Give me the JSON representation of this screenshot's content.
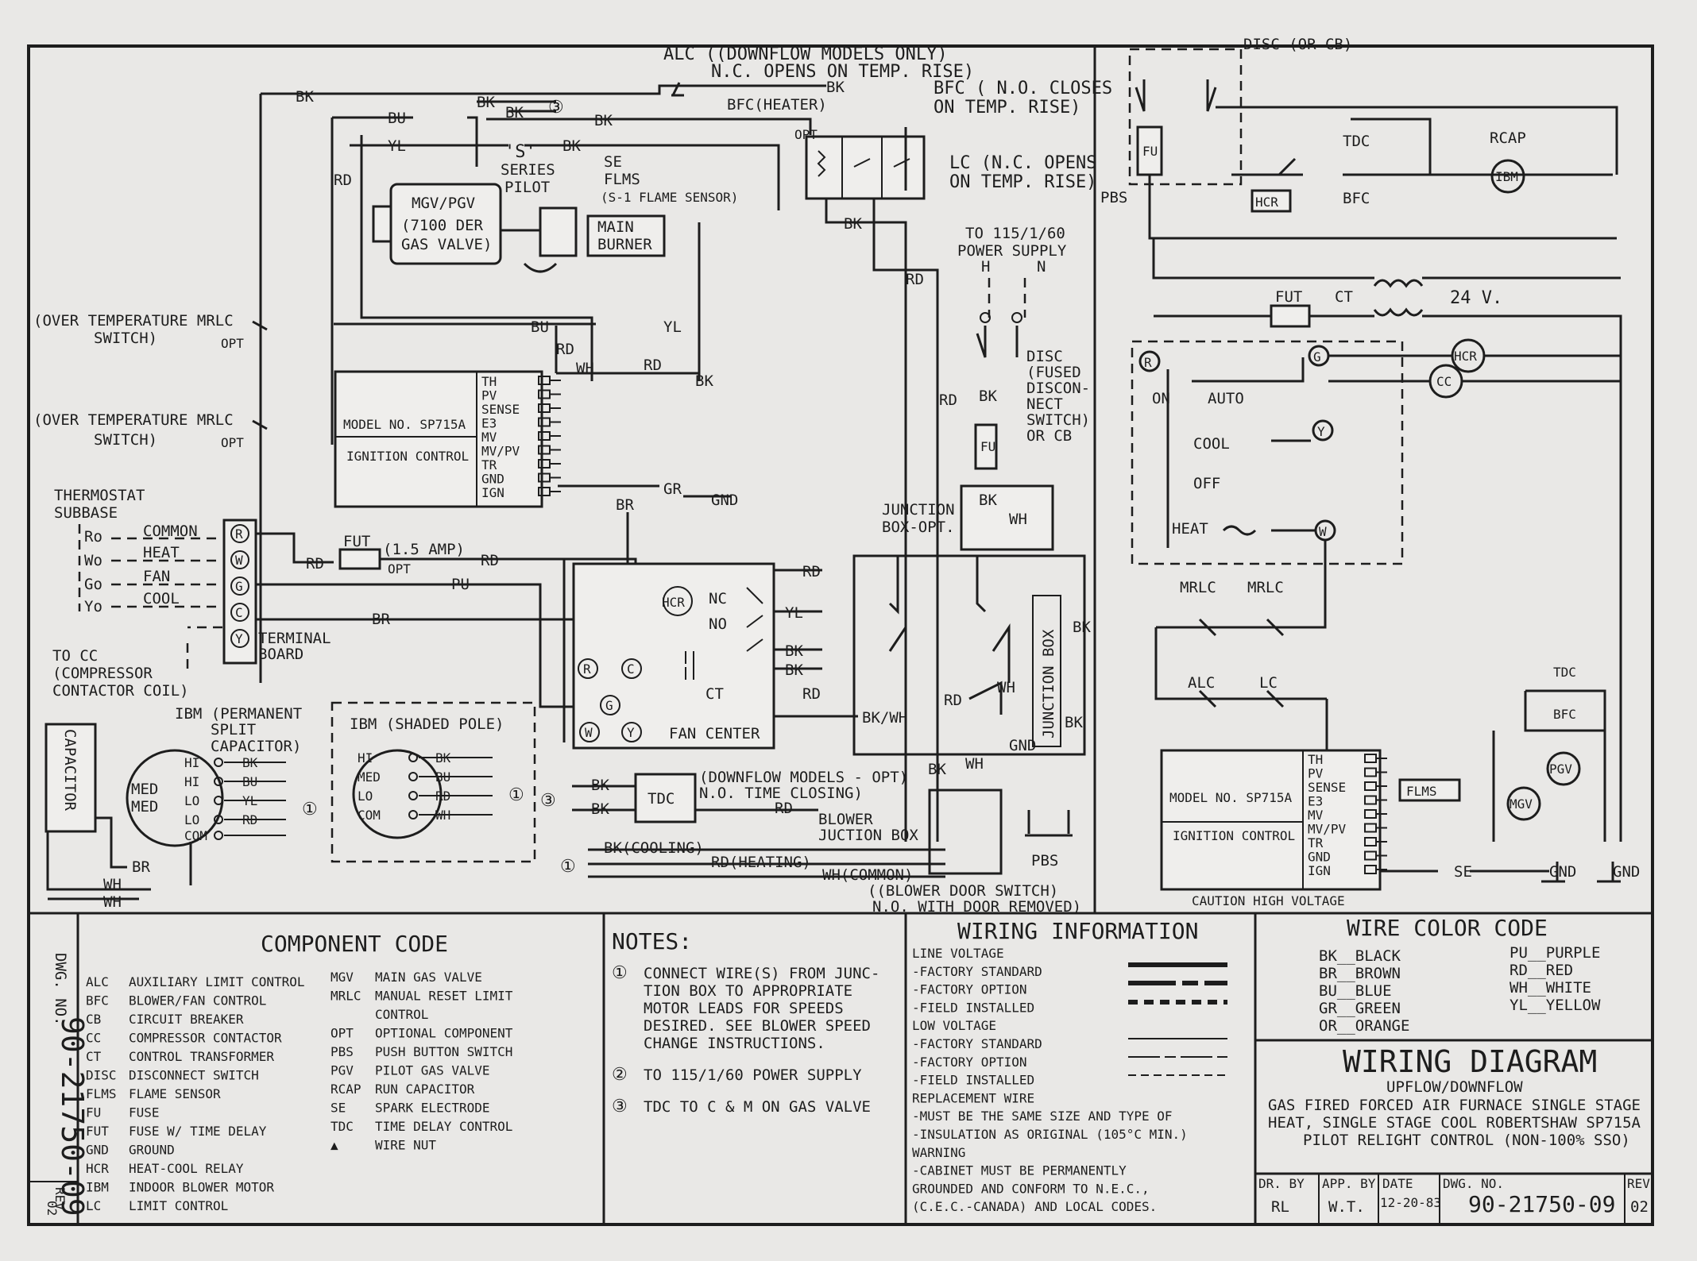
{
  "top_labels": {
    "alc": "ALC ((DOWNFLOW MODELS ONLY)",
    "alc_note": "N.C. OPENS ON TEMP. RISE)",
    "bfc_closes": "BFC ( N.O. CLOSES",
    "bfc_closes2": "ON TEMP. RISE)",
    "bfc_heater": "BFC(HEATER)",
    "opt": "OPT",
    "lc": "LC (N.C. OPENS",
    "lc2": "ON TEMP. RISE)",
    "s_series": "'S'",
    "s_series2": "SERIES",
    "s_series3": "PILOT",
    "se": "SE",
    "flms": "FLMS",
    "flame_sensor": "(S-1 FLAME SENSOR)",
    "main_burner": "MAIN",
    "main_burner2": "BURNER",
    "gas_valve1": "MGV/PGV",
    "gas_valve2": "(7100 DER",
    "gas_valve3": "GAS VALVE)",
    "power_supply": "TO 115/1/60",
    "power_supply2": "POWER SUPPLY",
    "h": "H",
    "n": "N",
    "disc": "DISC",
    "disc2": "(FUSED",
    "disc3": "DISCON-",
    "disc4": "NECT",
    "disc5": "SWITCH)",
    "disc6": "OR CB",
    "junction_box": "JUNCTION",
    "junction_box2": "BOX-OPT.",
    "disc_cb": "DISC (OR CB)"
  },
  "wire_tags": {
    "bk": "BK",
    "bu": "BU",
    "yl": "YL",
    "rd": "RD",
    "wh": "WH",
    "gr": "GR",
    "br": "BR",
    "pu": "PU",
    "gnd": "GND",
    "fut": "FUT",
    "amp": "(1.5 AMP)",
    "bk_wh": "BK/WH",
    "bk_cooling": "BK(COOLING)",
    "rd_heating": "RD(HEATING)",
    "wh_common": "WH(COMMON)",
    "circle3": "③",
    "circle1": "①"
  },
  "left_labels": {
    "over_temp1": "(OVER TEMPERATURE MRLC",
    "over_temp1b": "SWITCH)",
    "over_temp2": "(OVER TEMPERATURE MRLC",
    "over_temp2b": "SWITCH)",
    "thermostat": "THERMOSTAT",
    "subbase": "SUBBASE",
    "ro": "Ro",
    "wo": "Wo",
    "go": "Go",
    "yo": "Yo",
    "common": "COMMON",
    "heat": "HEAT",
    "fan": "FAN",
    "cool": "COOL",
    "terminal": "TERMINAL",
    "board": "BOARD",
    "to_cc": "TO CC",
    "to_cc2": "(COMPRESSOR",
    "to_cc3": "CONTACTOR COIL)",
    "capacitor": "CAPACITOR",
    "ibm_psc": "IBM (PERMANENT",
    "ibm_psc2": "SPLIT",
    "ibm_psc3": "CAPACITOR)",
    "ibm_sp": "IBM (SHADED POLE)",
    "hi": "HI",
    "med": "MED",
    "lo": "LO",
    "com": "COM",
    "med_med": "MED",
    "med_med2": "MED"
  },
  "ignition": {
    "model": "MODEL NO. SP715A",
    "control": "IGNITION CONTROL",
    "terminals": [
      "TH",
      "PV",
      "SENSE",
      "E3",
      "MV",
      "MV/PV",
      "TR",
      "GND",
      "IGN"
    ]
  },
  "fan_center": {
    "label": "FAN CENTER",
    "hcr": "HCR",
    "nc": "NC",
    "no": "NO",
    "ct": "CT",
    "r": "R",
    "c": "C",
    "g": "G",
    "w": "W",
    "y": "Y"
  },
  "center_labels": {
    "tdc": "TDC",
    "tdc_note": "(DOWNFLOW MODELS - OPT)",
    "tdc_note2": "N.O. TIME CLOSING)",
    "blower_jb": "BLOWER",
    "blower_jb2": "JUCTION BOX",
    "junction_box_v": "JUNCTION BOX",
    "pbs": "PBS",
    "door_switch": "((BLOWER DOOR SWITCH)",
    "door_switch2": "N.O. WITH DOOR REMOVED)"
  },
  "ladder": {
    "hcr": "HCR",
    "bfc": "BFC",
    "tdc": "TDC",
    "rcap": "RCAP",
    "ibm": "IBM",
    "pbs": "PBS",
    "fu": "FU",
    "fut": "FUT",
    "ct": "CT",
    "volts": "24 V.",
    "r": "R",
    "g": "G",
    "y": "Y",
    "w": "W",
    "on": "ON",
    "auto": "AUTO",
    "cool": "COOL",
    "off": "OFF",
    "heat": "HEAT",
    "cc": "CC",
    "mrlc": "MRLC",
    "alc": "ALC",
    "lc": "LC",
    "flms": "FLMS",
    "pgv": "PGV",
    "mgv": "MGV",
    "se": "SE",
    "gnd": "GND",
    "caution": "CAUTION HIGH VOLTAGE"
  },
  "component_code": {
    "title": "COMPONENT CODE",
    "dwg_vertical": "90-21750-09",
    "dwg_no_label": "DWG. NO.",
    "rev_label": "REV",
    "rev_value": "02",
    "left": [
      [
        "ALC",
        "AUXILIARY LIMIT CONTROL"
      ],
      [
        "BFC",
        "BLOWER/FAN CONTROL"
      ],
      [
        "CB",
        "CIRCUIT BREAKER"
      ],
      [
        "CC",
        "COMPRESSOR CONTACTOR"
      ],
      [
        "CT",
        "CONTROL TRANSFORMER"
      ],
      [
        "DISC",
        "DISCONNECT SWITCH"
      ],
      [
        "FLMS",
        "FLAME SENSOR"
      ],
      [
        "FU",
        "FUSE"
      ],
      [
        "FUT",
        "FUSE W/ TIME DELAY"
      ],
      [
        "GND",
        "GROUND"
      ],
      [
        "HCR",
        "HEAT-COOL RELAY"
      ],
      [
        "IBM",
        "INDOOR BLOWER MOTOR"
      ],
      [
        "LC",
        "LIMIT CONTROL"
      ]
    ],
    "right": [
      [
        "MGV",
        "MAIN GAS VALVE"
      ],
      [
        "MRLC",
        "MANUAL RESET LIMIT"
      ],
      [
        "",
        "CONTROL"
      ],
      [
        "OPT",
        "OPTIONAL COMPONENT"
      ],
      [
        "PBS",
        "PUSH BUTTON SWITCH"
      ],
      [
        "PGV",
        "PILOT GAS VALVE"
      ],
      [
        "RCAP",
        "RUN CAPACITOR"
      ],
      [
        "SE",
        "SPARK ELECTRODE"
      ],
      [
        "TDC",
        "TIME DELAY CONTROL"
      ],
      [
        "▲",
        "WIRE NUT"
      ]
    ]
  },
  "notes": {
    "title": "NOTES:",
    "items": [
      {
        "num": "①",
        "lines": [
          "CONNECT WIRE(S) FROM JUNC-",
          "TION BOX TO APPROPRIATE",
          "MOTOR LEADS FOR SPEEDS",
          "DESIRED. SEE BLOWER SPEED",
          "CHANGE INSTRUCTIONS."
        ]
      },
      {
        "num": "②",
        "lines": [
          "TO 115/1/60 POWER SUPPLY"
        ]
      },
      {
        "num": "③",
        "lines": [
          "TDC TO C & M ON GAS VALVE"
        ]
      }
    ]
  },
  "wiring_info": {
    "title": "WIRING INFORMATION",
    "lines": [
      "LINE VOLTAGE",
      "-FACTORY STANDARD",
      "-FACTORY OPTION",
      "-FIELD INSTALLED",
      "LOW VOLTAGE",
      "-FACTORY STANDARD",
      "-FACTORY OPTION",
      "-FIELD INSTALLED",
      "REPLACEMENT WIRE",
      "-MUST BE THE SAME SIZE AND TYPE OF",
      "-INSULATION AS ORIGINAL (105°C MIN.)",
      "WARNING",
      "-CABINET MUST BE PERMANENTLY",
      "GROUNDED AND CONFORM TO N.E.C.,",
      "(C.E.C.-CANADA) AND LOCAL CODES."
    ]
  },
  "wire_color": {
    "title": "WIRE COLOR CODE",
    "left": [
      "BK__BLACK",
      "BR__BROWN",
      "BU__BLUE",
      "GR__GREEN",
      "OR__ORANGE"
    ],
    "right": [
      "PU__PURPLE",
      "RD__RED",
      "WH__WHITE",
      "YL__YELLOW"
    ]
  },
  "title_block": {
    "title": "WIRING DIAGRAM",
    "sub1": "UPFLOW/DOWNFLOW",
    "sub2": "GAS FIRED FORCED AIR FURNACE SINGLE STAGE",
    "sub3": "HEAT, SINGLE STAGE COOL ROBERTSHAW SP715A",
    "sub4": "PILOT RELIGHT CONTROL (NON-100% SSO)",
    "dr_by_label": "DR. BY",
    "dr_by": "RL",
    "app_by_label": "APP. BY",
    "app_by": "W.T.",
    "date_label": "DATE",
    "date": "12-20-83",
    "dwg_no_label": "DWG. NO.",
    "dwg_no": "90-21750-09",
    "rev_label": "REV",
    "rev": "02"
  }
}
